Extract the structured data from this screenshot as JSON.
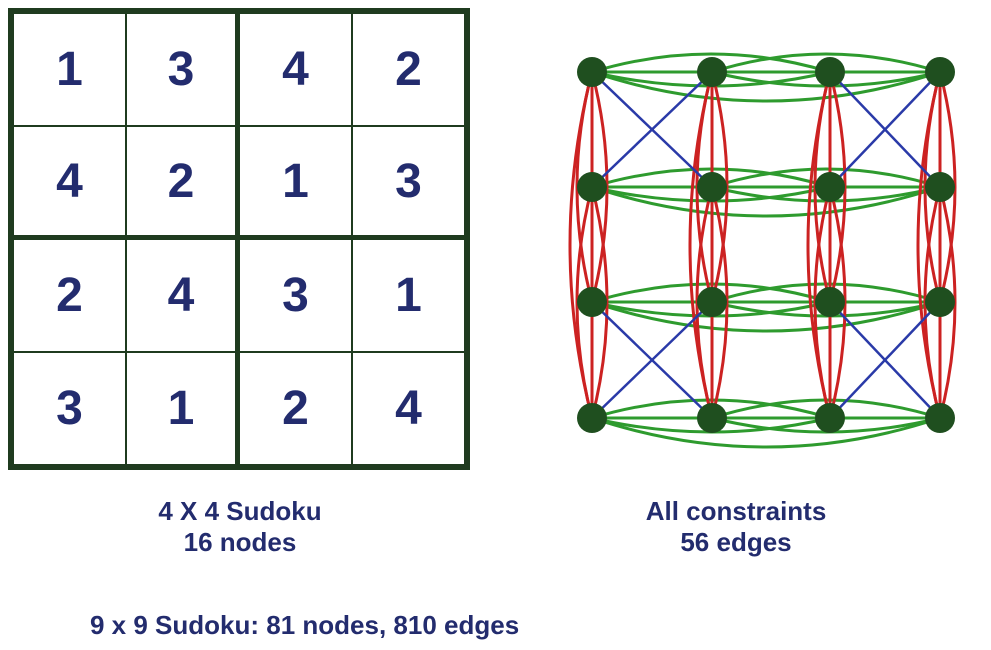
{
  "grid": {
    "rows": [
      [
        "1",
        "3",
        "4",
        "2"
      ],
      [
        "4",
        "2",
        "1",
        "3"
      ],
      [
        "2",
        "4",
        "3",
        "1"
      ],
      [
        "3",
        "1",
        "2",
        "4"
      ]
    ],
    "caption_line1": "4 X 4 Sudoku",
    "caption_line2": "16 nodes"
  },
  "graph": {
    "caption_line1": "All constraints",
    "caption_line2": "56 edges",
    "colors": {
      "node": "#1f4f1f",
      "row_edge": "#2e9b2e",
      "column_edge": "#cc2222",
      "box_edge": "#2a3aa8"
    }
  },
  "footer": {
    "note": "9 x 9 Sudoku: 81 nodes, 810 edges"
  },
  "colors": {
    "text": "#232c6e",
    "grid_line": "#1f3b1f"
  }
}
